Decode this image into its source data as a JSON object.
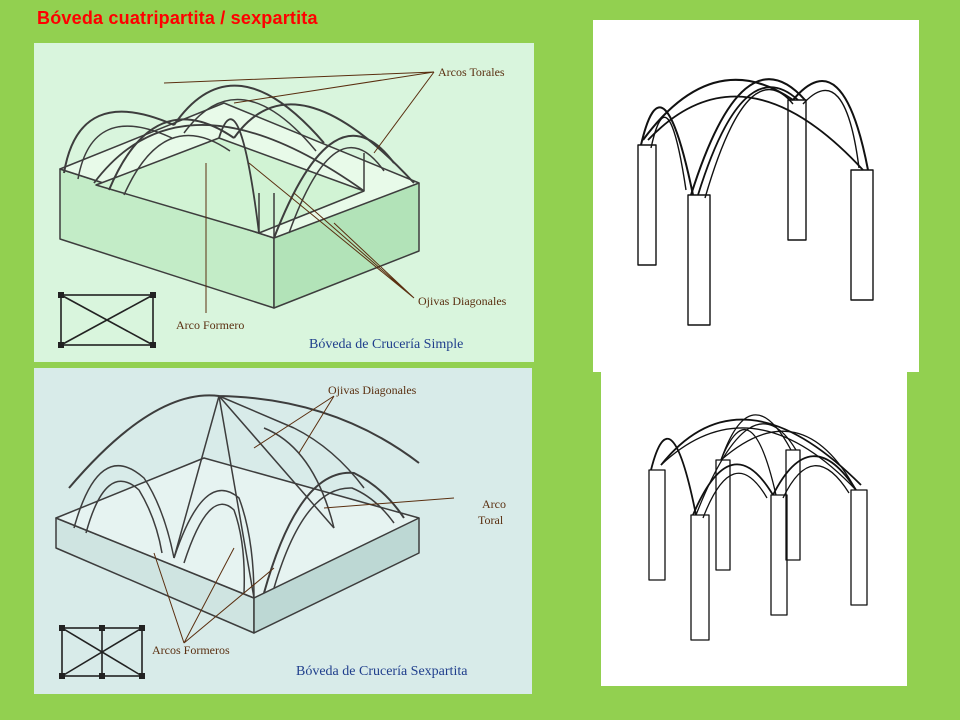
{
  "slide": {
    "title": "Bóveda cuatripartita / sexpartita"
  },
  "simple_diagram": {
    "caption": "Bóveda de Crucería Simple",
    "labels": {
      "arcos_torales": "Arcos Torales",
      "ojivas_diagonales": "Ojivas Diagonales",
      "arco_formero": "Arco Formero"
    },
    "background": "#d9f5dd"
  },
  "sexpartite_diagram": {
    "caption": "Bóveda de Crucería Sexpartita",
    "labels": {
      "ojivas_diagonales": "Ojivas Diagonales",
      "arco_toral_1": "Arco",
      "arco_toral_2": "Toral",
      "arcos_formeros": "Arcos Formeros"
    },
    "background": "#d8ebe9"
  },
  "colors": {
    "slide_background": "#92d050",
    "title": "#ff0000",
    "label_text": "#5a2f10",
    "caption_text": "#1f3e8c"
  }
}
